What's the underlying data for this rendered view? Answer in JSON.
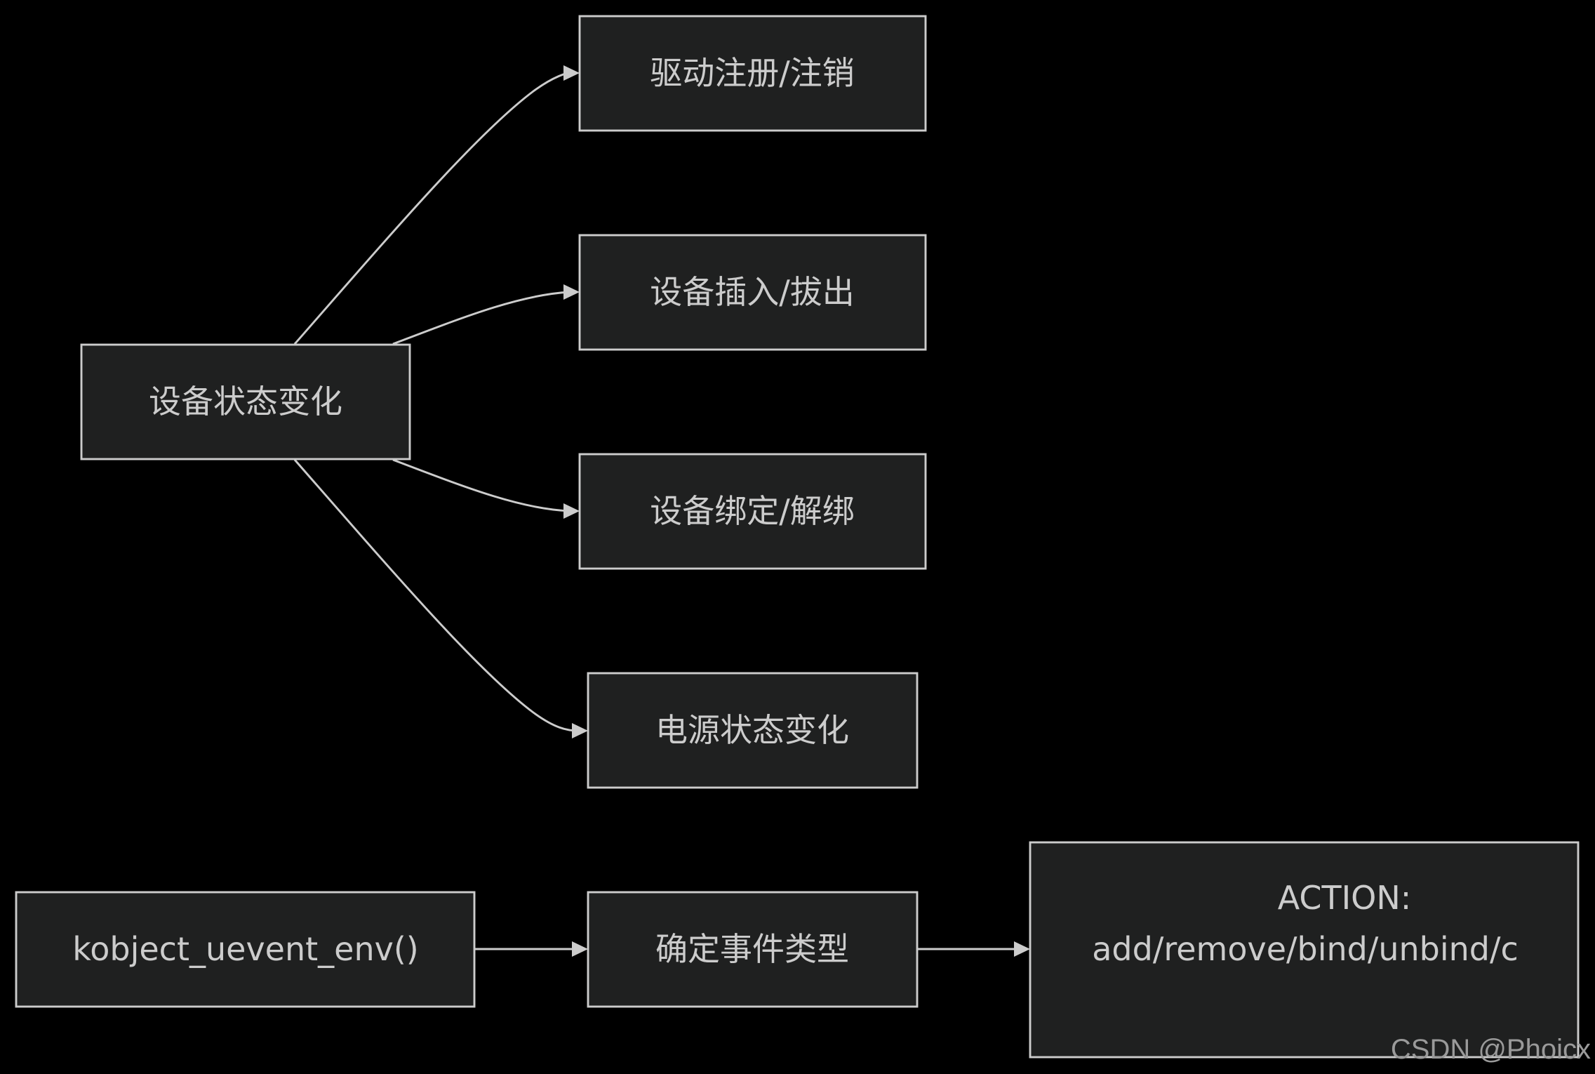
{
  "nodes": {
    "device_state_change": "设备状态变化",
    "driver_register": "驱动注册/注销",
    "device_plug": "设备插入/拔出",
    "device_bind": "设备绑定/解绑",
    "power_state_change": "电源状态变化",
    "kobject_uevent_env": "kobject_uevent_env()",
    "determine_event_type": "确定事件类型",
    "action_line1": "ACTION:",
    "action_line2": "add/remove/bind/unbind/c"
  },
  "watermark": "CSDN @Phoicx",
  "colors": {
    "background": "#000000",
    "node_fill": "#1f2020",
    "stroke": "#cccccc",
    "text": "#cccccc"
  }
}
